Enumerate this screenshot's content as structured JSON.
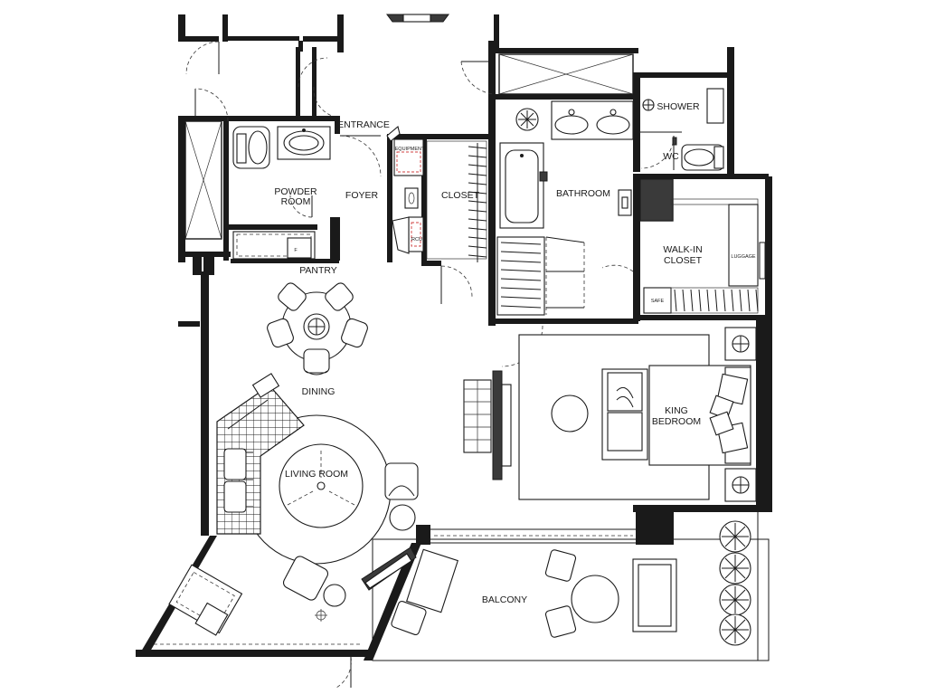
{
  "rooms": {
    "entrance": "ENTRANCE",
    "powder_room_line1": "POWDER",
    "powder_room_line2": "ROOM",
    "foyer": "FOYER",
    "closet": "CLOSET",
    "bathroom": "BATHROOM",
    "shower": "SHOWER",
    "wc": "WC",
    "walk_in_closet_line1": "WALK-IN",
    "walk_in_closet_line2": "CLOSET",
    "pantry": "PANTRY",
    "dining": "DINING",
    "living_room": "LIVING ROOM",
    "king_bedroom_line1": "KING",
    "king_bedroom_line2": "BEDROOM",
    "balcony": "BALCONY"
  },
  "fixtures": {
    "equipment": "EQUIPMENT",
    "rcu": "RCU",
    "luggage": "LUGGAGE",
    "safe": "SAFE",
    "fridge": "F"
  },
  "colors": {
    "walls": "#1a1a1a",
    "background": "#ffffff",
    "accent_dash": "#d04040"
  }
}
